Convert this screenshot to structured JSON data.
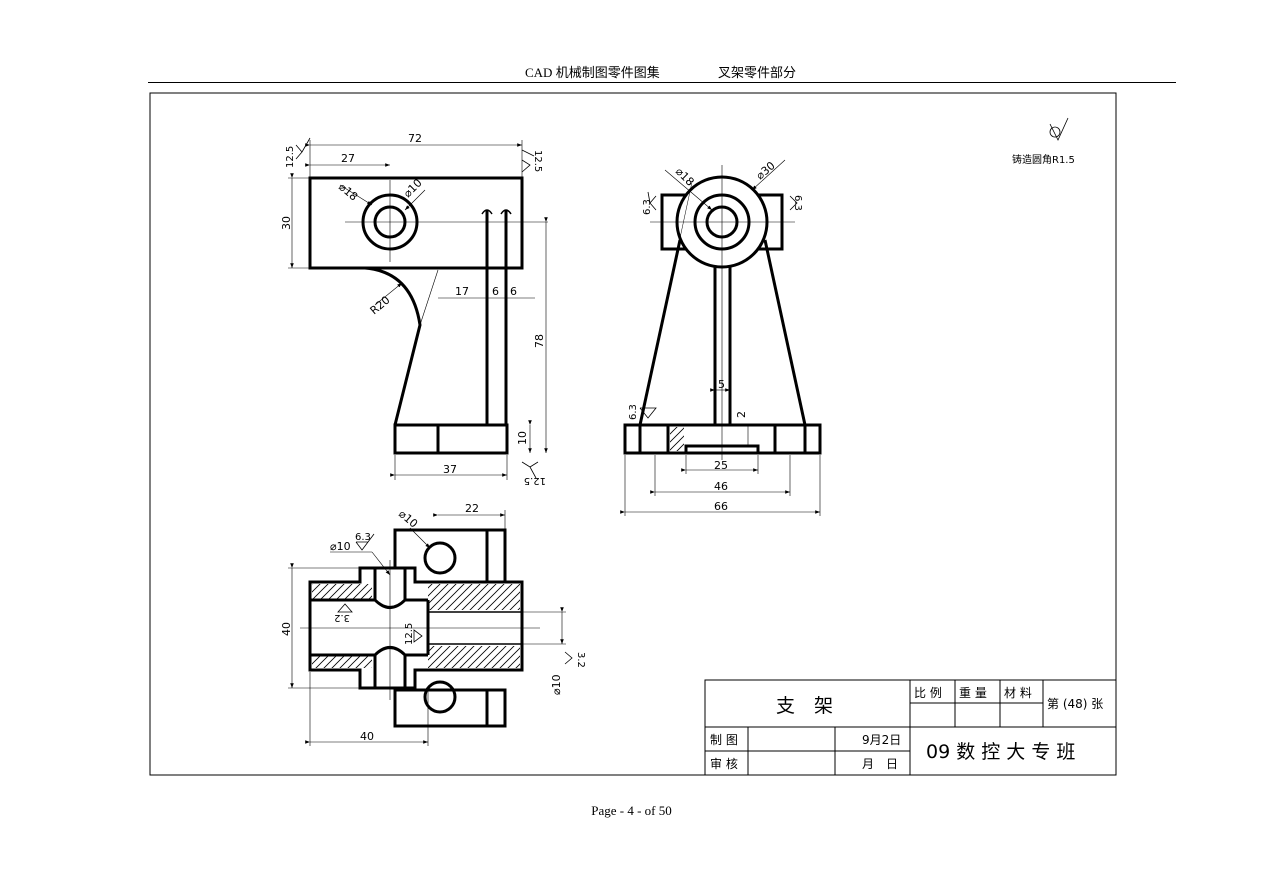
{
  "header": {
    "left_title": "CAD 机械制图零件图集",
    "right_title": "叉架零件部分"
  },
  "footer": {
    "page_label": "Page - 4 - of 50"
  },
  "notes": {
    "casting_fillet": "铸造圆角R1.5"
  },
  "dimensions": {
    "d72": "72",
    "d27": "27",
    "d30": "30",
    "d18a": "⌀18",
    "d10a": "⌀10",
    "d17": "17",
    "d6a": "6",
    "d6b": "6",
    "r20": "R20",
    "d78": "78",
    "d10h": "10",
    "d37": "37",
    "d18b": "⌀18",
    "d30b": "⌀30",
    "d5": "5",
    "d2": "2",
    "d25": "25",
    "d46": "46",
    "d66": "66",
    "d10c": "⌀10",
    "d22": "22",
    "d10d": "⌀10",
    "d40v": "40",
    "d10e": "⌀10",
    "d40h": "40"
  },
  "roughness": {
    "r1": "12.5",
    "r2": "12.5",
    "r3": "12.5",
    "r4": "6.3",
    "r5": "6.3",
    "r6": "6.3",
    "r7": "6.3",
    "r8": "3.2",
    "r9": "12.5",
    "r10": "3.2"
  },
  "title_block": {
    "part_name": "支　架",
    "scale_label": "比 例",
    "weight_label": "重 量",
    "material_label": "材 料",
    "sheet_label": "第 (48) 张",
    "drawn_label": "制 图",
    "checked_label": "审 核",
    "drawn_date": "9月2日",
    "checked_date": "月　日",
    "class_name": "09 数 控 大 专 班"
  }
}
